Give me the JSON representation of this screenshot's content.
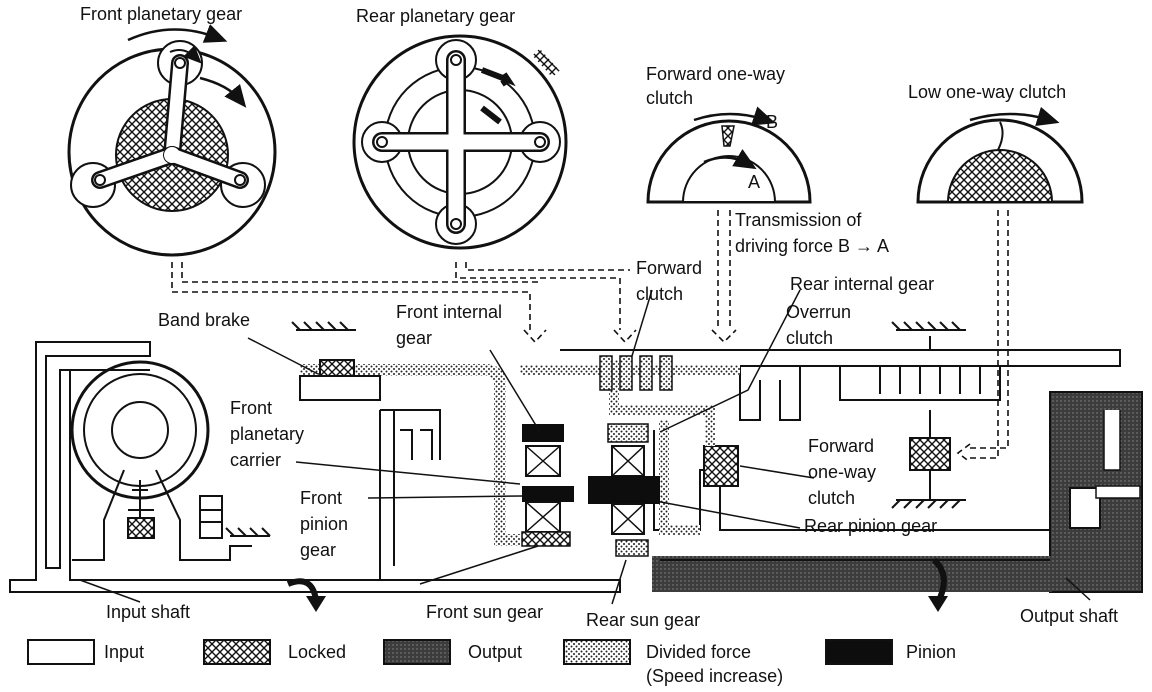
{
  "labels": {
    "front_planetary_gear": "Front planetary gear",
    "rear_planetary_gear": "Rear planetary gear",
    "forward_one_way_clutch_top_1": "Forward one-way",
    "forward_one_way_clutch_top_2": "clutch",
    "letter_b": "B",
    "letter_a": "A",
    "low_one_way_clutch": "Low one-way clutch",
    "transmission_line_1": "Transmission of",
    "transmission_line_2": "driving force B → A",
    "forward_clutch_1": "Forward",
    "forward_clutch_2": "clutch",
    "rear_internal_gear": "Rear internal gear",
    "overrun_clutch_1": "Overrun",
    "overrun_clutch_2": "clutch",
    "band_brake": "Band brake",
    "front_internal_gear_1": "Front internal",
    "front_internal_gear_2": "gear",
    "front_planetary_carrier_1": "Front",
    "front_planetary_carrier_2": "planetary",
    "front_planetary_carrier_3": "carrier",
    "front_pinion_gear_1": "Front",
    "front_pinion_gear_2": "pinion",
    "front_pinion_gear_3": "gear",
    "forward_one_way_clutch_low_1": "Forward",
    "forward_one_way_clutch_low_2": "one-way",
    "forward_one_way_clutch_low_3": "clutch",
    "rear_pinion_gear": "Rear pinion gear",
    "input_shaft": "Input shaft",
    "front_sun_gear": "Front sun gear",
    "rear_sun_gear": "Rear sun gear",
    "output_shaft": "Output shaft"
  },
  "legend": [
    {
      "label": "Input",
      "pattern": "input"
    },
    {
      "label": "Locked",
      "pattern": "locked"
    },
    {
      "label": "Output",
      "pattern": "output"
    },
    {
      "label": "Divided force",
      "label2": "(Speed increase)",
      "pattern": "divided"
    },
    {
      "label": "Pinion",
      "pattern": "pinion"
    }
  ],
  "colors": {
    "ink": "#111111",
    "output": "#4a4a4a",
    "pinion": "#0d0d0d",
    "paper": "#ffffff"
  }
}
